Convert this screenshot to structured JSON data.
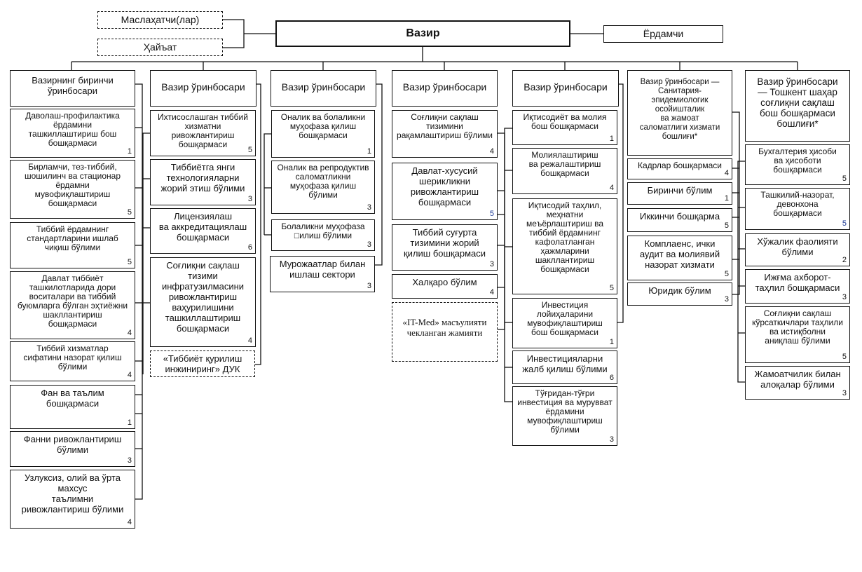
{
  "top": {
    "minister": "Вазир",
    "advisers": "Маслаҳатчи(лар)",
    "board": "Ҳайъат",
    "assistant": "Ёрдамчи"
  },
  "columns": [
    {
      "head": "Вазирнинг биринчи\nўринбосари",
      "items": [
        {
          "label": "Даволаш-профилактика\nёрдамини\nташкиллаштириш бош\nбошқармаси",
          "num": "1"
        },
        {
          "label": "Бирламчи, тез-тиббий,\nшошилинч ва стационар\nёрдамни\nмувофиқлаштириш\nбошқармаси",
          "num": "5"
        },
        {
          "label": "Тиббий ёрдамнинг\nстандартларини ишлаб\nчиқиш бўлими",
          "num": "5"
        },
        {
          "label": "Давлат тиббиёт\nташкилотларида дори\nвоситалари ва тиббий\nбуюмларга бўлган эҳтиёжни\nшакллантириш\nбошқармаси",
          "num": "4"
        },
        {
          "label": "Тиббий хизматлар\nсифатини назорат қилиш\nбўлими",
          "num": "4"
        },
        {
          "label": "Фан ва таълим\nбошқармаси",
          "num": "1"
        },
        {
          "label": "Фанни ривожлантириш\nбўлими",
          "num": "3"
        },
        {
          "label": "Узлуксиз, олий ва ўрта\nмахсус\nтаълимни\nривожлантириш бўлими",
          "num": "4"
        }
      ]
    },
    {
      "head": "Вазир ўринбосари",
      "items": [
        {
          "label": "Ихтисослашган тиббий\nхизматни ривожлантириш\nбошқармаси",
          "num": "5"
        },
        {
          "label": "Тиббиётга янги\nтехнологияларни\nжорий этиш бўлими",
          "num": "3"
        },
        {
          "label": "Лицензиялаш\nва аккредитациялаш\nбошқармаси",
          "num": "6"
        },
        {
          "label": "Соғлиқни сақлаш\nтизими\nинфратузилмасини\nривожлантириш\nваҳурилишини\nташкиллаштириш\nбошқармаси",
          "num": "4"
        },
        {
          "label": "«Тиббиёт қурилиш\nинжиниринг» ДУК",
          "num": ""
        }
      ]
    },
    {
      "head": "Вазир ўринбосари",
      "items": [
        {
          "label": "Оналик ва болаликни\nмуҳофаза қилиш\nбошқармаси",
          "num": "1"
        },
        {
          "label": "Оналик ва репродуктив\nсаломатликни\nмуҳофаза қилиш\nбўлими",
          "num": "3"
        },
        {
          "label": "Болаликни муҳофаза\n□илиш бўлими",
          "num": "3"
        },
        {
          "label": "Мурожаатлар билан\nишлаш сектори",
          "num": "3"
        }
      ]
    },
    {
      "head": "Вазир ўринбосари",
      "items": [
        {
          "label": "Соғлиқни сақлаш\nтизимини\nрақамлаштириш бўлими",
          "num": "4"
        },
        {
          "label": "Давлат-хусусий\nшерикликни\nривожлантириш\nбошқармаси",
          "num": "5"
        },
        {
          "label": "Тиббий суғурта\nтизимини жорий\nқилиш бошқармаси",
          "num": "3"
        },
        {
          "label": "Халқаро бўлим",
          "num": "4"
        },
        {
          "label": "«IT-Med» масъулияти\nчекланган жамияти",
          "num": ""
        }
      ]
    },
    {
      "head": "Вазир ўринбосари",
      "items": [
        {
          "label": "Иқтисодиёт ва молия\nбош бошқармаси",
          "num": "1"
        },
        {
          "label": "Молиялаштириш\nва режалаштириш\nбошқармаси",
          "num": "4"
        },
        {
          "label": "Иқтисодий таҳлил,\nмеҳнатни\nмеъёрлаштириш ва\nтиббий ёрдамнинг\nкафолатланган\nҳажмларини\nшакллантириш\nбошқармаси",
          "num": "5"
        },
        {
          "label": "Инвестиция\nлойиҳаларини\nмувофиқлаштириш\nбош бошқармаси",
          "num": "1"
        },
        {
          "label": "Инвестицияларни\nжалб қилиш бўлими",
          "num": "6"
        },
        {
          "label": "Тўғридан-тўғри\nинвестиция ва мурувват\nёрдамини\nмувофиқлаштириш\nбўлими",
          "num": "3"
        }
      ]
    },
    {
      "head": "Вазир ўринбосари —\nСанитария-\nэпидемиологик\nосойишталик\nва жамоат\nсаломатлиги хизмати\nбошлиғи*",
      "items": [
        {
          "label": "Кадрлар бошқармаси",
          "num": "4"
        },
        {
          "label": "Биринчи бўлим",
          "num": "1"
        },
        {
          "label": "Иккинчи бошқарма",
          "num": "5"
        },
        {
          "label": "Комплаенс, ички\nаудит ва молиявий\nназорат хизмати",
          "num": "5"
        },
        {
          "label": "Юридик бўлим",
          "num": "3"
        }
      ]
    },
    {
      "head": "Вазир ўринбосари\n— Тошкент шаҳар\nсоғлиқни сақлаш\nбош бошқармаси\nбошлиғи*",
      "items": [
        {
          "label": "Бухгалтерия ҳисоби\nва ҳисоботи\nбошқармаси",
          "num": "5"
        },
        {
          "label": "Ташкилий-назорат,\nдевонхона\nбошқармаси",
          "num": "5"
        },
        {
          "label": "Хўжалик фаолияти\nбўлими",
          "num": "2"
        },
        {
          "label": "Ижғма ахборот-\nтаҳлил бошқармаси",
          "num": "3"
        },
        {
          "label": "Соғлиқни сақлаш\nкўрсаткичлари таҳлили\nва истиқболни\nаниқлаш бўлими",
          "num": "5"
        },
        {
          "label": "Жамоатчилик билан\nалоқалар бўлими",
          "num": "3"
        }
      ]
    }
  ],
  "colors": {
    "line": "#111111",
    "number_blue": "#1f3c96"
  }
}
